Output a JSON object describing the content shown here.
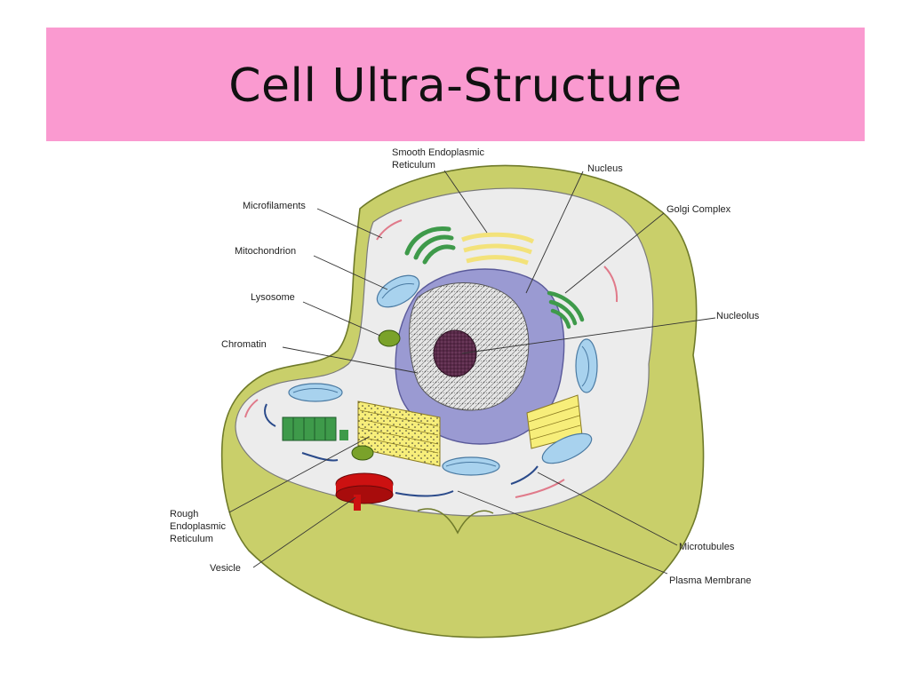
{
  "title": "Cell Ultra-Structure",
  "labels": {
    "smooth_er_line1": "Smooth Endoplasmic",
    "smooth_er_line2": "Reticulum",
    "nucleus": "Nucleus",
    "golgi": "Golgi Complex",
    "microfilaments": "Microfilaments",
    "mitochondrion": "Mitochondrion",
    "lysosome": "Lysosome",
    "nucleolus": "Nucleolus",
    "chromatin": "Chromatin",
    "rough_er_line1": "Rough",
    "rough_er_line2": "Endoplasmic",
    "rough_er_line3": "Reticulum",
    "vesicle": "Vesicle",
    "microtubules": "Microtubules",
    "plasma_membrane": "Plasma Membrane"
  },
  "colors": {
    "title_band": "#fa9ad0",
    "cell_wall": "#c9cf6a",
    "cytoplasm": "#ececec",
    "nuclear_envelope": "#9a9ad2",
    "nucleolus": "#5a2a4a",
    "golgi": "#3e9a4a",
    "smooth_er": "#f3e27a",
    "rough_er": "#f7ee7a",
    "mitochondria": "#a8d2ee",
    "vesicle": "#cc1111"
  }
}
